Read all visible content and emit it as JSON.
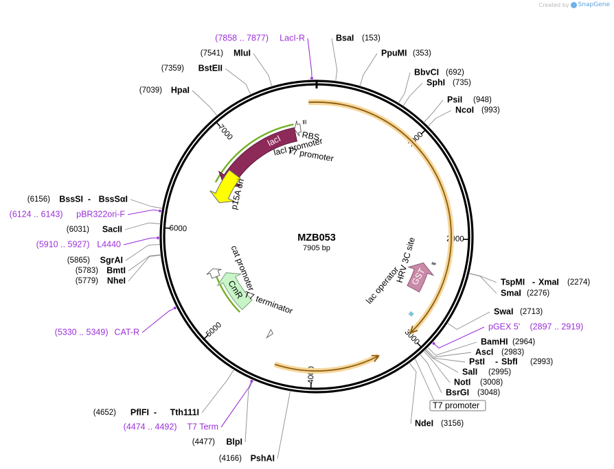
{
  "credit": {
    "prefix": "Created by",
    "brand": "SnapGene"
  },
  "plasmid": {
    "name": "MZB053",
    "size_label": "7905 bp",
    "length": 7905
  },
  "colors": {
    "orf_gold": "#e8a33a",
    "orf_glow": "#f6d79a",
    "laci": "#8e2a5a",
    "green_glow": "#5aa000",
    "p15a": "#ffff00",
    "cmr": "#c8f5c8",
    "gst": "#c98aa8",
    "primer": "#9b30d9",
    "lac_operator": "#7ec8d8"
  },
  "ticks": [
    {
      "pos": 1000,
      "label": "1000"
    },
    {
      "pos": 2000,
      "label": "2000"
    },
    {
      "pos": 3000,
      "label": "3000"
    },
    {
      "pos": 4000,
      "label": "4000"
    },
    {
      "pos": 5000,
      "label": "5000"
    },
    {
      "pos": 6000,
      "label": "6000"
    },
    {
      "pos": 7000,
      "label": "7000"
    }
  ],
  "features": [
    {
      "id": "laci",
      "label": "lacI",
      "type": "CDS",
      "start": 6550,
      "end": 7650,
      "strand": -1
    },
    {
      "id": "laci-promoter",
      "label": "lacI promoter",
      "type": "promoter",
      "start": 7650,
      "end": 7720,
      "strand": -1
    },
    {
      "id": "rbs",
      "label": "RBS",
      "type": "RBS",
      "start": 7755,
      "end": 7770,
      "strand": 1
    },
    {
      "id": "t7-promoter-top",
      "label": "T7 promoter",
      "type": "promoter",
      "start": 7775,
      "end": 7795,
      "strand": 1
    },
    {
      "id": "p15a-ori",
      "label": "p15A ori",
      "type": "origin",
      "start": 6350,
      "end": 6750,
      "strand": -1
    },
    {
      "id": "cat-promoter",
      "label": "cat promoter",
      "type": "promoter",
      "start": 5450,
      "end": 5550,
      "strand": 1
    },
    {
      "id": "cmr",
      "label": "CmR",
      "type": "CDS",
      "start": 4950,
      "end": 5450,
      "strand": 1
    },
    {
      "id": "t7-terminator",
      "label": "T7 terminator",
      "type": "terminator",
      "start": 4510,
      "end": 4560,
      "strand": -1
    },
    {
      "id": "gst",
      "label": "GST",
      "type": "CDS",
      "start": 2280,
      "end": 2600,
      "strand": -1
    },
    {
      "id": "hrv-3c-site",
      "label": "HRV 3C site",
      "type": "site",
      "start": 2250,
      "end": 2275,
      "strand": 1
    },
    {
      "id": "lac-operator",
      "label": "lac operator",
      "type": "protein_bind",
      "start": 2820,
      "end": 2860,
      "strand": 1
    }
  ],
  "orfs": [
    {
      "id": "orf-top",
      "start": 7830,
      "end": 2980,
      "strand": 1
    },
    {
      "id": "orf-bottom",
      "start": 3350,
      "end": 4350,
      "strand": -1
    }
  ],
  "sites": [
    {
      "name": "BsaI",
      "pos_label": "(153)",
      "pos": 153,
      "side": "right"
    },
    {
      "name": "PpuMI",
      "pos_label": "(353)",
      "pos": 353,
      "side": "right"
    },
    {
      "name": "BbvCI",
      "pos_label": "(692)",
      "pos": 692,
      "side": "right"
    },
    {
      "name": "SphI",
      "pos_label": "(735)",
      "pos": 735,
      "side": "right"
    },
    {
      "name": "PsiI",
      "pos_label": "(948)",
      "pos": 948,
      "side": "right"
    },
    {
      "name": "NcoI",
      "pos_label": "(993)",
      "pos": 993,
      "side": "right"
    },
    {
      "name": "TspMI",
      "name2": "XmaI",
      "pos_label": "(2274)",
      "pos": 2274,
      "side": "right"
    },
    {
      "name": "SmaI",
      "pos_label": "(2276)",
      "pos": 2276,
      "side": "right"
    },
    {
      "name": "SwaI",
      "pos_label": "(2713)",
      "pos": 2713,
      "side": "right"
    },
    {
      "name": "BamHI",
      "pos_label": "(2964)",
      "pos": 2964,
      "side": "right"
    },
    {
      "name": "AscI",
      "pos_label": "(2983)",
      "pos": 2983,
      "side": "right"
    },
    {
      "name": "PstI",
      "name2": "SbfI",
      "pos_label": "(2993)",
      "pos": 2993,
      "side": "right"
    },
    {
      "name": "SalI",
      "pos_label": "(2995)",
      "pos": 2995,
      "side": "right"
    },
    {
      "name": "NotI",
      "pos_label": "(3008)",
      "pos": 3008,
      "side": "right"
    },
    {
      "name": "BsrGI",
      "pos_label": "(3048)",
      "pos": 3048,
      "side": "right"
    },
    {
      "name": "NdeI",
      "pos_label": "(3156)",
      "pos": 3156,
      "side": "right"
    },
    {
      "name": "PshAI",
      "pos_label": "(4166)",
      "pos": 4166,
      "side": "left"
    },
    {
      "name": "BlpI",
      "pos_label": "(4477)",
      "pos": 4477,
      "side": "left"
    },
    {
      "name": "PflFI",
      "name2": "Tth111I",
      "pos_label": "(4652)",
      "pos": 4652,
      "side": "left"
    },
    {
      "name": "NheI",
      "pos_label": "(5779)",
      "pos": 5779,
      "side": "left"
    },
    {
      "name": "BmtI",
      "pos_label": "(5783)",
      "pos": 5783,
      "side": "left"
    },
    {
      "name": "SgrAI",
      "pos_label": "(5865)",
      "pos": 5865,
      "side": "left"
    },
    {
      "name": "SacII",
      "pos_label": "(6031)",
      "pos": 6031,
      "side": "left"
    },
    {
      "name": "BssSI",
      "name2": "BssSαI",
      "pos_label": "(6156)",
      "pos": 6156,
      "side": "left"
    },
    {
      "name": "HpaI",
      "pos_label": "(7039)",
      "pos": 7039,
      "side": "left"
    },
    {
      "name": "BstEII",
      "pos_label": "(7359)",
      "pos": 7359,
      "side": "left"
    },
    {
      "name": "MluI",
      "pos_label": "(7541)",
      "pos": 7541,
      "side": "left"
    }
  ],
  "primers": [
    {
      "name": "LacI-R",
      "range_label": "(7858 .. 7877)",
      "pos": 7867,
      "side": "left"
    },
    {
      "name": "pBR322ori-F",
      "range_label": "(6124 .. 6143)",
      "pos": 6133,
      "side": "left"
    },
    {
      "name": "L4440",
      "range_label": "(5910 .. 5927)",
      "pos": 5918,
      "side": "left"
    },
    {
      "name": "CAT-R",
      "range_label": "(5330 .. 5349)",
      "pos": 5340,
      "side": "left"
    },
    {
      "name": "T7 Term",
      "range_label": "(4474 .. 4492)",
      "pos": 4483,
      "side": "left"
    },
    {
      "name": "pGEX 5'",
      "range_label": "(2897 .. 2919)",
      "pos": 2908,
      "side": "right"
    }
  ],
  "boxed_labels": [
    {
      "label": "T7 promoter",
      "pos": 3100
    }
  ]
}
